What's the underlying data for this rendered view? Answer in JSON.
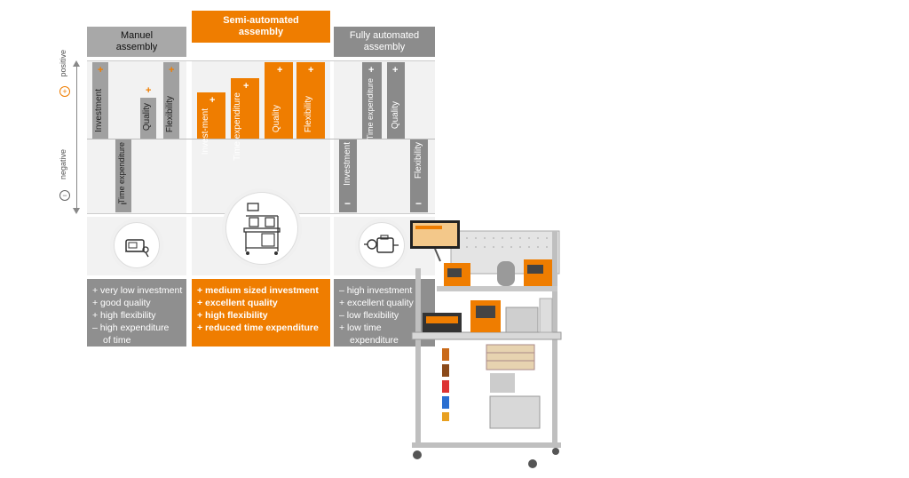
{
  "columns": {
    "manual": {
      "title": "Manuel assembly"
    },
    "semi": {
      "title": "Semi-automated assembly"
    },
    "fully": {
      "title": "Fully automated assembly"
    }
  },
  "axis": {
    "positive": "positive",
    "negative": "negative",
    "plus_symbol": "+",
    "minus_symbol": "−"
  },
  "bars": {
    "manual": [
      "Investment",
      "Time expenditure",
      "Quality",
      "Flexibility"
    ],
    "semi": [
      "Invest-ment",
      "Time expenditure",
      "Quality",
      "Flexibility"
    ],
    "fully": [
      "Investment",
      "Time expenditure",
      "Quality",
      "Flexibility"
    ]
  },
  "summaries": {
    "manual": [
      "+ very low investment",
      "+ good quality",
      "+ high flexibility",
      "– high expenditure",
      "   of time"
    ],
    "semi": [
      "+ medium sized investment",
      "+ excellent quality",
      "+ high flexibility",
      "+ reduced time expenditure"
    ],
    "fully": [
      "– high investment",
      "+ excellent quality",
      "– low flexibility",
      "+ low time",
      "   expenditure"
    ]
  },
  "colors": {
    "orange": "#ef7d00",
    "gray": "#8a8a8a"
  }
}
